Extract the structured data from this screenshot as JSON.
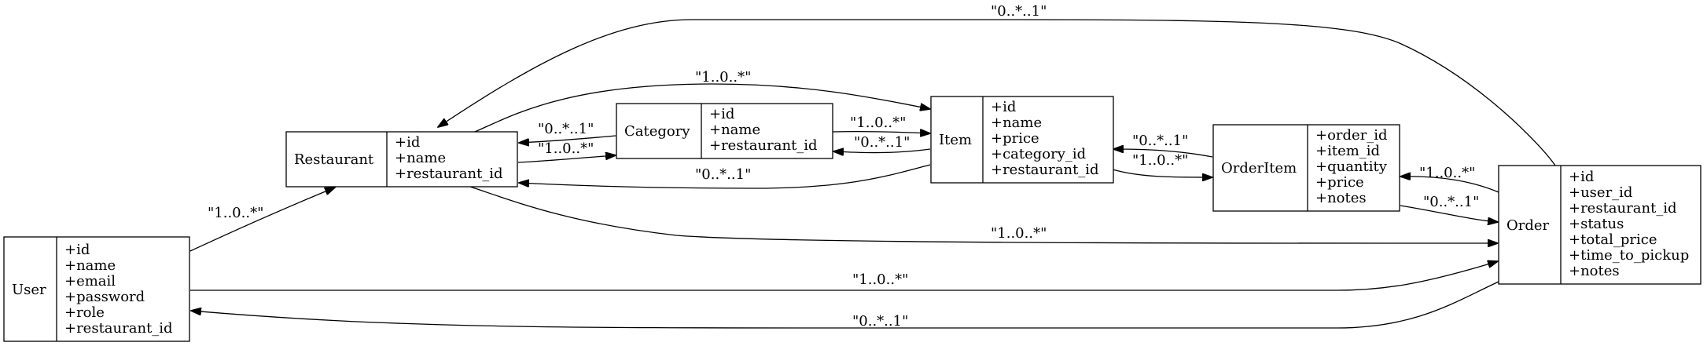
{
  "nodes": [
    {
      "id": "user",
      "name": "User",
      "fields": [
        "+id",
        "+name",
        "+email",
        "+password",
        "+role",
        "+restaurant_id"
      ]
    },
    {
      "id": "restaurant",
      "name": "Restaurant",
      "fields": [
        "+id",
        "+name",
        "+restaurant_id"
      ]
    },
    {
      "id": "category",
      "name": "Category",
      "fields": [
        "+id",
        "+name",
        "+restaurant_id"
      ]
    },
    {
      "id": "item",
      "name": "Item",
      "fields": [
        "+id",
        "+name",
        "+price",
        "+category_id",
        "+restaurant_id"
      ]
    },
    {
      "id": "orderitem",
      "name": "OrderItem",
      "fields": [
        "+order_id",
        "+item_id",
        "+quantity",
        "+price",
        "+notes"
      ]
    },
    {
      "id": "order",
      "name": "Order",
      "fields": [
        "+id",
        "+user_id",
        "+restaurant_id",
        "+status",
        "+total_price",
        "+time_to_pickup",
        "+notes"
      ]
    }
  ],
  "edges": [
    {
      "from": "user",
      "to": "restaurant",
      "label": "\"1..0..*\""
    },
    {
      "from": "user",
      "to": "order",
      "label": "\"1..0..*\""
    },
    {
      "from": "order",
      "to": "user",
      "label": "\"0..*..1\""
    },
    {
      "from": "restaurant",
      "to": "category",
      "label": "\"1..0..*\""
    },
    {
      "from": "category",
      "to": "restaurant",
      "label": "\"0..*..1\""
    },
    {
      "from": "restaurant",
      "to": "item",
      "label": "\"1..0..*\""
    },
    {
      "from": "item",
      "to": "restaurant",
      "label": "\"0..*..1\""
    },
    {
      "from": "restaurant",
      "to": "order",
      "label": "\"1..0..*\""
    },
    {
      "from": "order",
      "to": "restaurant",
      "label": "\"0..*..1\""
    },
    {
      "from": "category",
      "to": "item",
      "label": "\"1..0..*\""
    },
    {
      "from": "item",
      "to": "category",
      "label": "\"0..*..1\""
    },
    {
      "from": "item",
      "to": "orderitem",
      "label": "\"1..0..*\""
    },
    {
      "from": "orderitem",
      "to": "item",
      "label": "\"0..*..1\""
    },
    {
      "from": "order",
      "to": "orderitem",
      "label": "\"1..0..*\""
    },
    {
      "from": "orderitem",
      "to": "order",
      "label": "\"0..*..1\""
    }
  ]
}
